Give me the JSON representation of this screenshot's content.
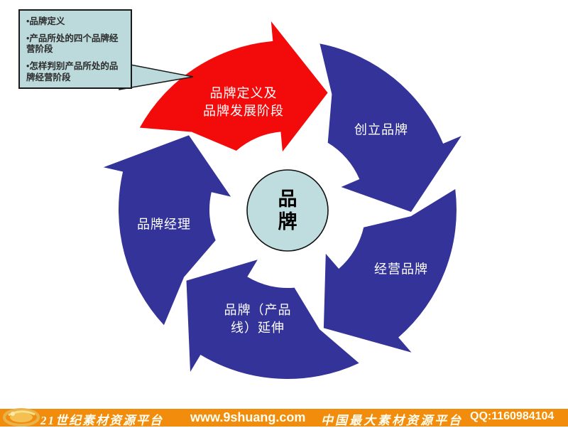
{
  "callout": {
    "items": [
      "•品牌定义",
      "•产品所处的四个品牌经营阶段",
      "•怎样判别产品所处的品牌经营阶段"
    ],
    "fill": "#BCDADC",
    "border": "#1a1a1a"
  },
  "cycle": {
    "center": {
      "label": "品牌",
      "fill": "#BFDCDF",
      "stroke": "#111111"
    },
    "segments": [
      {
        "name": "brand-definition-stage",
        "label": "品牌定义及\n品牌发展阶段",
        "color": "#F30B0B",
        "tail_deg": 299,
        "tip_deg": 19
      },
      {
        "name": "create-brand",
        "label": "创立品牌",
        "color": "#333399",
        "tail_deg": 11,
        "tip_deg": 91
      },
      {
        "name": "operate-brand",
        "label": "经营品牌",
        "color": "#333399",
        "tail_deg": 83,
        "tip_deg": 163
      },
      {
        "name": "brand-line-extension",
        "label": "品牌（产品\n线）延伸",
        "color": "#333399",
        "tail_deg": 155,
        "tip_deg": 235
      },
      {
        "name": "brand-manager",
        "label": "品牌经理",
        "color": "#333399",
        "tail_deg": 227,
        "tip_deg": 307
      }
    ]
  },
  "banner": {
    "bg": "#F28C0C",
    "site_name": "21世纪素材资源平台",
    "url": "www.9shuang.com",
    "slogan": "中国最大素材资源平台",
    "qq": "QQ:1160984104"
  }
}
